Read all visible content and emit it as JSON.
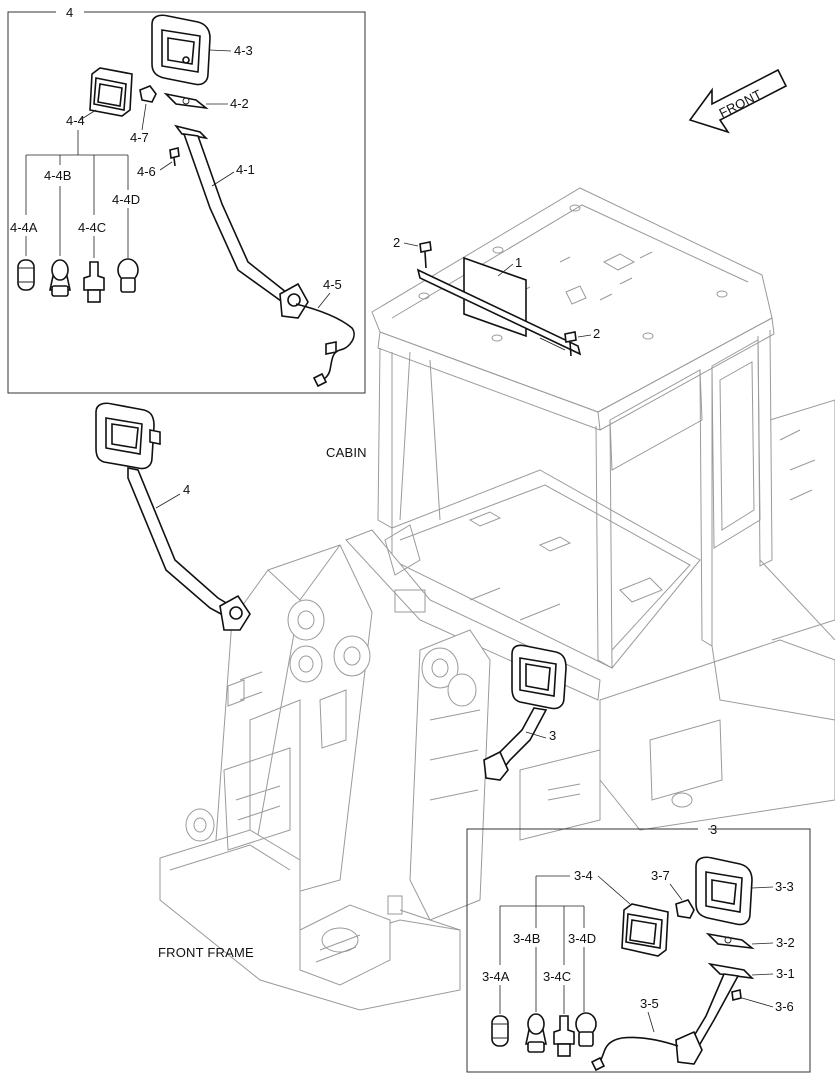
{
  "labels": {
    "cabin": "CABIN",
    "front_frame": "FRONT FRAME",
    "front_arrow": "FRONT"
  },
  "detail_4": {
    "title": "4",
    "callouts": [
      "4-1",
      "4-2",
      "4-3",
      "4-4",
      "4-5",
      "4-6",
      "4-7",
      "4-4A",
      "4-4B",
      "4-4C",
      "4-4D"
    ]
  },
  "detail_3": {
    "title": "3",
    "callouts": [
      "3-1",
      "3-2",
      "3-3",
      "3-4",
      "3-5",
      "3-6",
      "3-7",
      "3-4A",
      "3-4B",
      "3-4C",
      "3-4D"
    ]
  },
  "main_callouts": {
    "plate": "1",
    "bolt_a": "2",
    "bolt_b": "2",
    "mirror_right": "3",
    "mirror_left": "4"
  }
}
